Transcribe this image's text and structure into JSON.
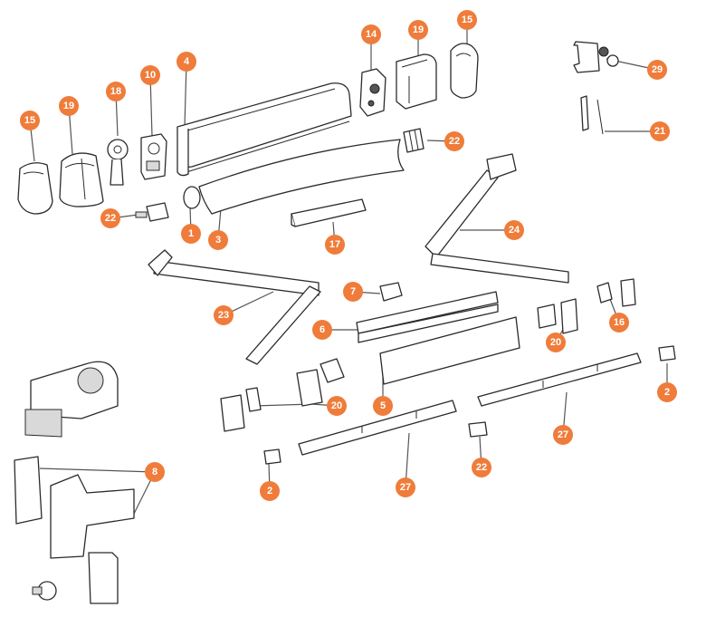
{
  "accent_color": "#ef7c3a",
  "badges": [
    {
      "id": "b15a",
      "label": "15"
    },
    {
      "id": "b19a",
      "label": "19"
    },
    {
      "id": "b18",
      "label": "18"
    },
    {
      "id": "b10",
      "label": "10"
    },
    {
      "id": "b4",
      "label": "4"
    },
    {
      "id": "b14",
      "label": "14"
    },
    {
      "id": "b19b",
      "label": "19"
    },
    {
      "id": "b15b",
      "label": "15"
    },
    {
      "id": "b29",
      "label": "29"
    },
    {
      "id": "b21",
      "label": "21"
    },
    {
      "id": "b22a",
      "label": "22"
    },
    {
      "id": "b22b",
      "label": "22"
    },
    {
      "id": "b1",
      "label": "1"
    },
    {
      "id": "b3",
      "label": "3"
    },
    {
      "id": "b17",
      "label": "17"
    },
    {
      "id": "b24",
      "label": "24"
    },
    {
      "id": "b23",
      "label": "23"
    },
    {
      "id": "b7",
      "label": "7"
    },
    {
      "id": "b6",
      "label": "6"
    },
    {
      "id": "b20a",
      "label": "20"
    },
    {
      "id": "b16",
      "label": "16"
    },
    {
      "id": "b20b",
      "label": "20"
    },
    {
      "id": "b5",
      "label": "5"
    },
    {
      "id": "b2a",
      "label": "2"
    },
    {
      "id": "b27a",
      "label": "27"
    },
    {
      "id": "b8",
      "label": "8"
    },
    {
      "id": "b2b",
      "label": "2"
    },
    {
      "id": "b22c",
      "label": "22"
    },
    {
      "id": "b27b",
      "label": "27"
    }
  ]
}
